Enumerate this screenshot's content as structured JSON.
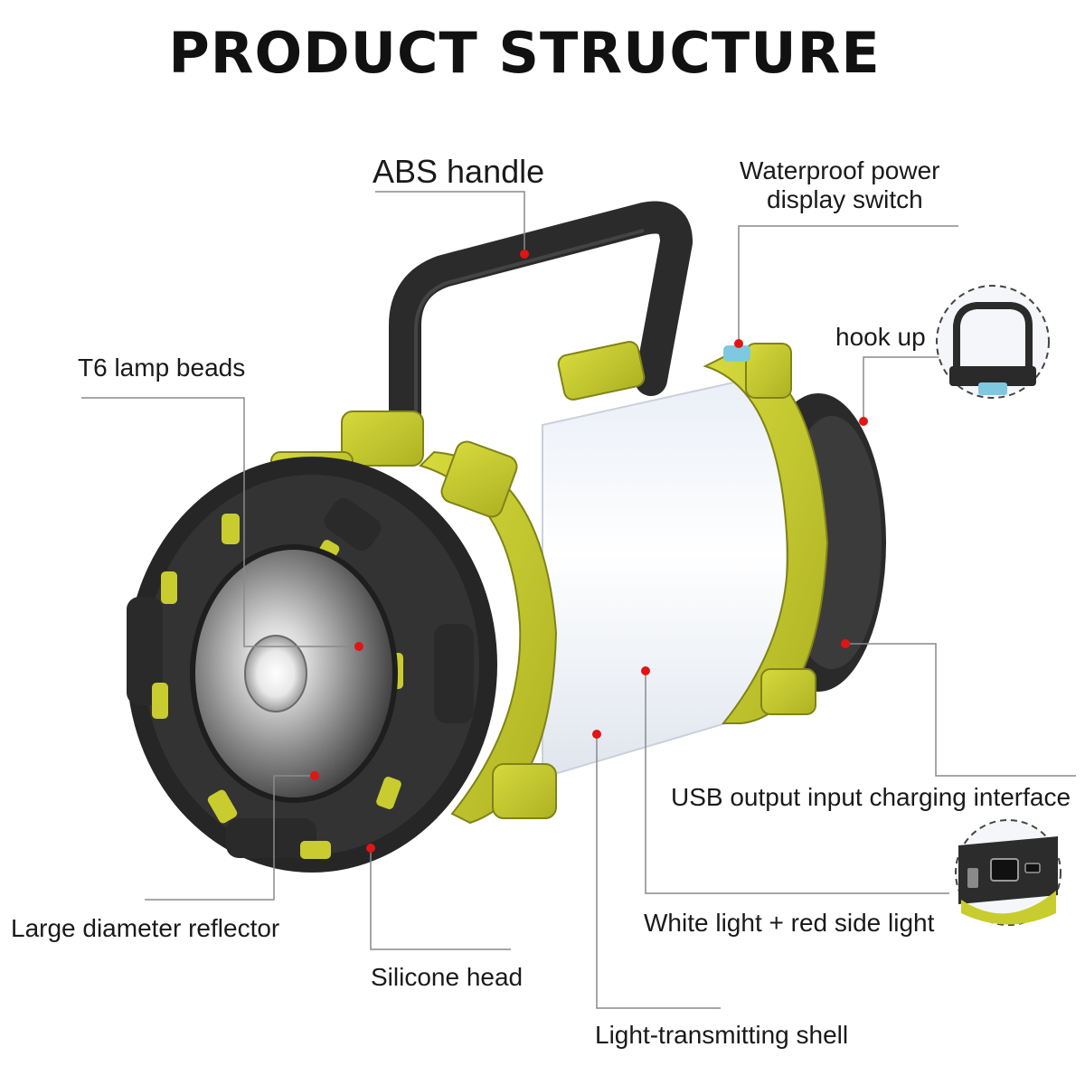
{
  "title": "PRODUCT STRUCTURE",
  "labels": {
    "abs_handle": "ABS handle",
    "power_switch_line1": "Waterproof power",
    "power_switch_line2": "display switch",
    "hook_up": "hook up",
    "t6_lamp_beads": "T6 lamp beads",
    "usb_interface": "USB output input charging interface",
    "large_reflector": "Large diameter reflector",
    "white_red_light": "White light + red side light",
    "silicone_head": "Silicone head",
    "light_shell": "Light-transmitting shell"
  },
  "colors": {
    "accent_yellow": "#c8cc2e",
    "body_black": "#2e2e2e",
    "lamp_white": "#f7f9fc",
    "pointer_red": "#e01515",
    "leader_gray": "#8a8a8a",
    "usb_port_blue": "#7ec9e0"
  }
}
